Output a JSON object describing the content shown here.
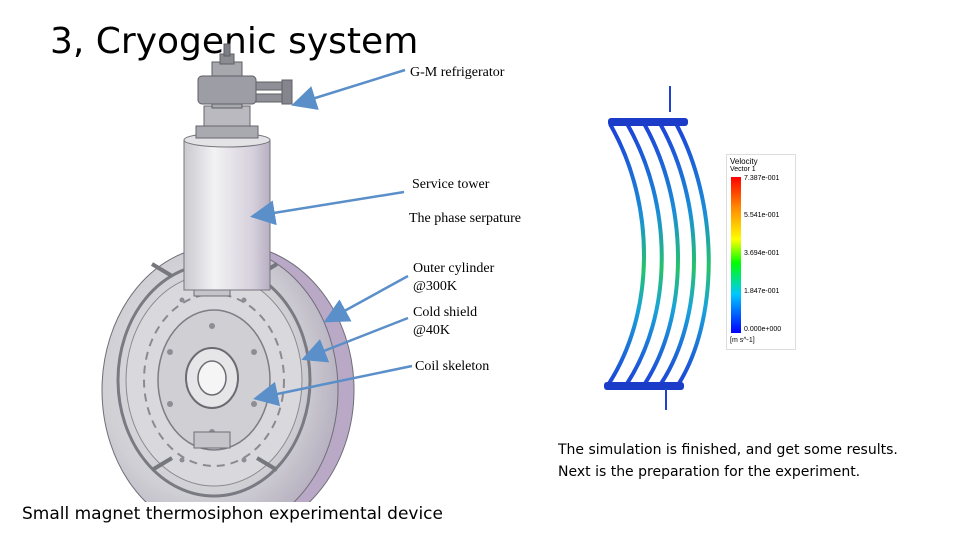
{
  "slide": {
    "title": "3, Cryogenic system",
    "caption": "Small magnet thermosiphon experimental device"
  },
  "labels": {
    "gm_refrigerator": "G-M refrigerator",
    "service_tower": "Service tower",
    "phase_separator": "The phase serpature",
    "outer_cylinder_line1": "Outer cylinder",
    "outer_cylinder_line2": "@300K",
    "cold_shield_line1": "Cold shield",
    "cold_shield_line2": "@40K",
    "coil_skeleton": "Coil skeleton"
  },
  "result": {
    "line1": "The simulation is finished, and get some results.",
    "line2": "Next is the preparation for the experiment."
  },
  "velocity_legend": {
    "title": "Velocity",
    "subtitle": "Vector 1",
    "ticks": [
      "7.387e-001",
      "5.541e-001",
      "3.694e-001",
      "1.847e-001",
      "0.000e+000"
    ],
    "unit": "[m s^-1]"
  },
  "colors": {
    "arrow": "#5b8fc9",
    "colormap_top": "#ff0000",
    "colormap_bottom": "#0000ff"
  }
}
